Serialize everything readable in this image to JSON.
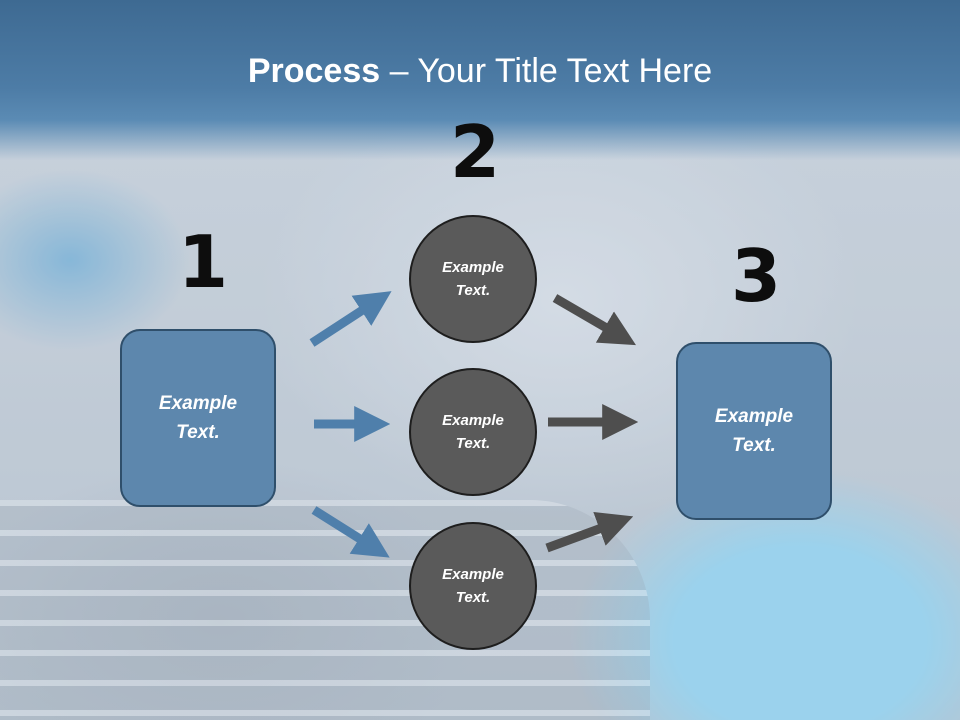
{
  "title": {
    "bold_part": "Process",
    "rest": " – Your Title Text Here"
  },
  "steps": {
    "one": {
      "number": "1",
      "text": "Example Text."
    },
    "two": {
      "number": "2",
      "items": [
        {
          "text": "Example Text."
        },
        {
          "text": "Example Text."
        },
        {
          "text": "Example Text."
        }
      ]
    },
    "three": {
      "number": "3",
      "text": "Example Text."
    }
  },
  "colors": {
    "box_fill": "#5d87ad",
    "circle_fill": "#5a5a5a",
    "blue_arrow": "#4f7fab",
    "gray_arrow": "#4e4e4e"
  }
}
